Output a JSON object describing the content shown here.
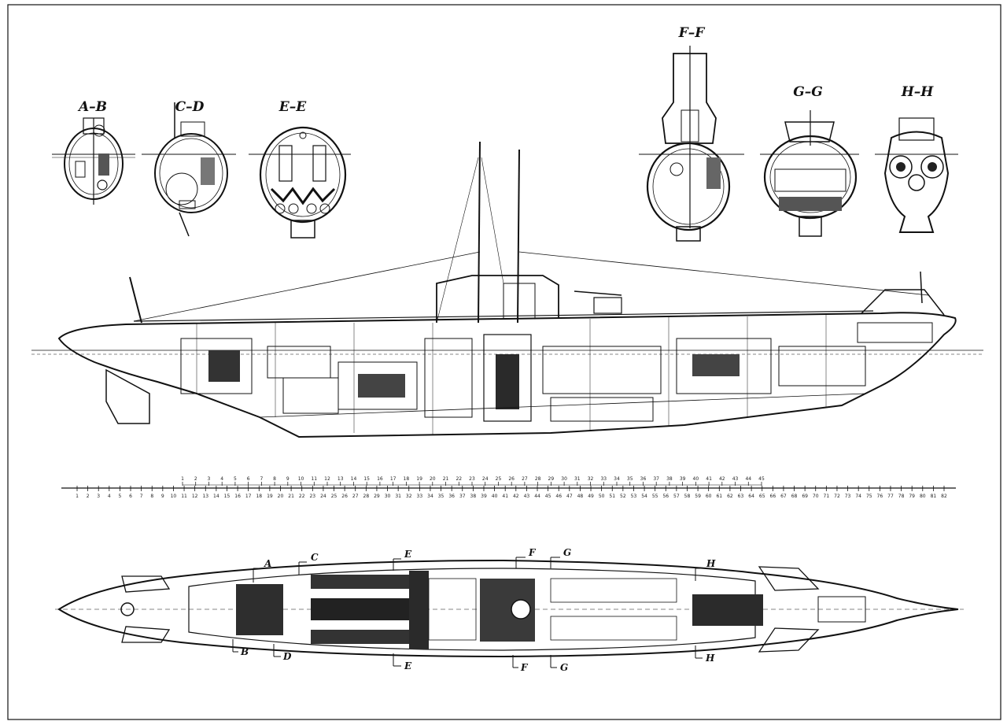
{
  "sections": [
    {
      "id": "ab",
      "title": "A–B"
    },
    {
      "id": "cd",
      "title": "C–D"
    },
    {
      "id": "ee",
      "title": "E–E"
    },
    {
      "id": "ff",
      "title": "F–F"
    },
    {
      "id": "gg",
      "title": "G–G"
    },
    {
      "id": "hh",
      "title": "H–H"
    }
  ],
  "cut_markers": [
    "A",
    "C",
    "E",
    "F",
    "G",
    "H",
    "B",
    "D",
    "E",
    "F",
    "G",
    "H"
  ],
  "scale_bar": {
    "lower_labels": [
      "1",
      "2",
      "3",
      "4",
      "5",
      "6",
      "7",
      "8",
      "9",
      "10",
      "11",
      "12",
      "13",
      "14",
      "15",
      "16",
      "17",
      "18",
      "19",
      "20",
      "21",
      "22",
      "23",
      "24",
      "25",
      "26",
      "27",
      "28",
      "29",
      "30",
      "31",
      "32",
      "33",
      "34",
      "35",
      "36",
      "37",
      "38",
      "39",
      "40",
      "41",
      "42",
      "43",
      "44",
      "45",
      "46",
      "47",
      "48",
      "49",
      "50",
      "51",
      "52",
      "53",
      "54",
      "55",
      "56",
      "57",
      "58",
      "59",
      "60",
      "61",
      "62",
      "63",
      "64",
      "65",
      "66",
      "67",
      "68",
      "69",
      "70",
      "71",
      "72",
      "73",
      "74",
      "75",
      "76",
      "77",
      "78",
      "79",
      "80",
      "81",
      "82"
    ],
    "upper_labels": [
      "1",
      "2",
      "3",
      "4",
      "5",
      "6",
      "7",
      "8",
      "9",
      "10",
      "11",
      "12",
      "13",
      "14",
      "15",
      "16",
      "17",
      "18",
      "19",
      "20",
      "21",
      "22",
      "23",
      "24",
      "25",
      "26",
      "27",
      "28",
      "29",
      "30",
      "31",
      "32",
      "33",
      "34",
      "35",
      "36",
      "37",
      "38",
      "39",
      "40",
      "41",
      "42",
      "43",
      "44",
      "45"
    ]
  }
}
